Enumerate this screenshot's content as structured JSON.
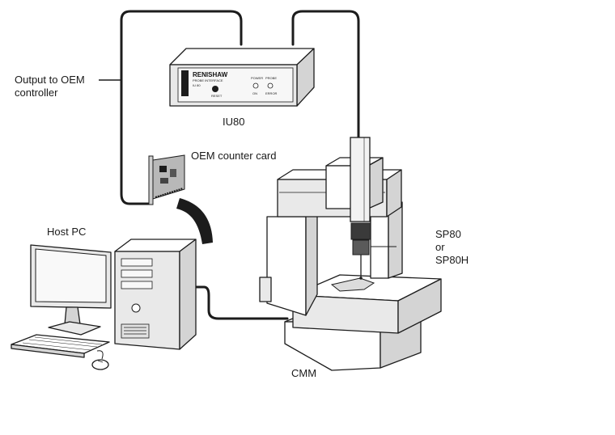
{
  "labels": {
    "output": "Output to OEM\ncontroller",
    "iu80": "IU80",
    "oem_card": "OEM counter card",
    "host_pc": "Host PC",
    "sp80": "SP80\nor\nSP80H",
    "cmm": "CMM"
  },
  "iu80_panel": {
    "brand": "RENISHAW",
    "subtitle": "PROBE INTERFACE",
    "model": "IU 80",
    "reset": "RESET",
    "power": "POWER",
    "probe": "PROBE",
    "on": "ON",
    "error": "ERROR"
  }
}
